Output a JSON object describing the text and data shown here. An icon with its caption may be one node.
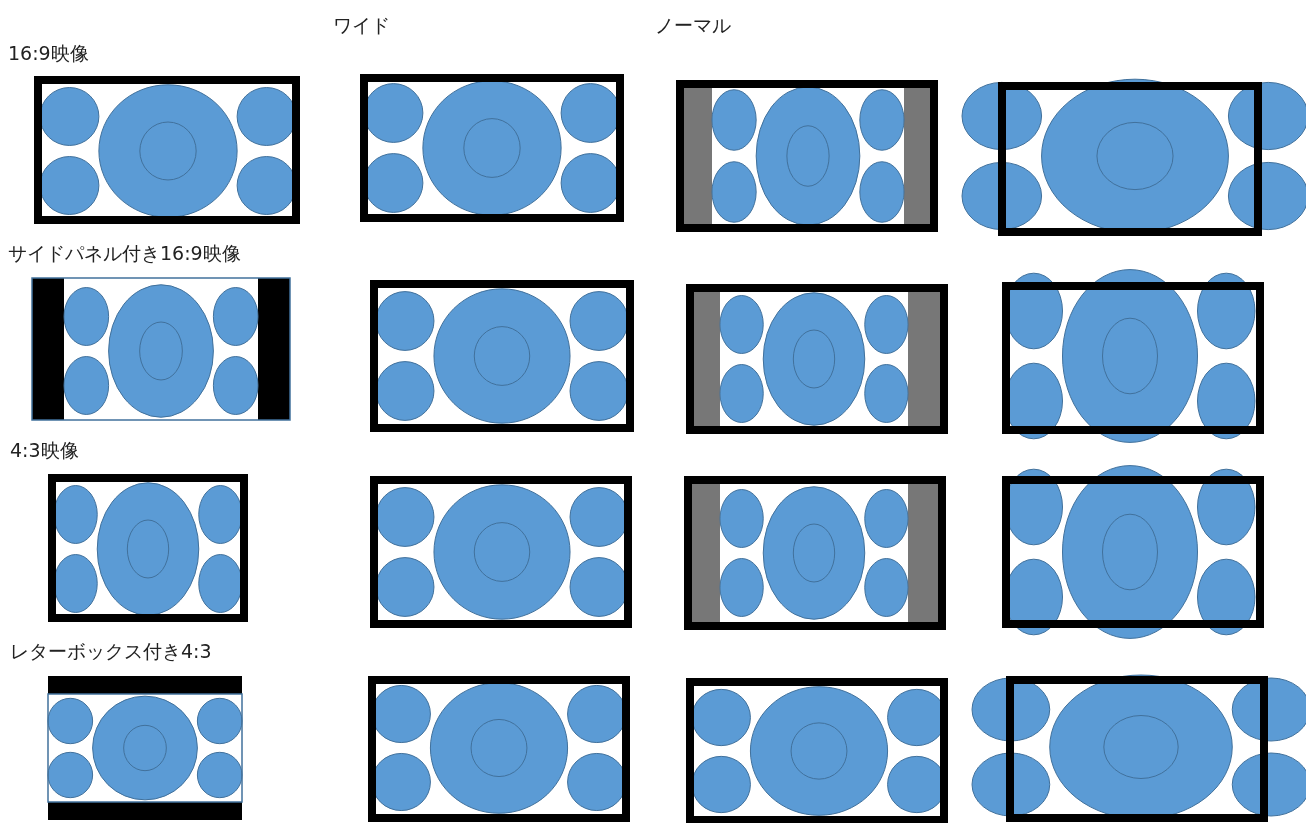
{
  "diagram": {
    "labels": [
      "ワイド",
      "ノーマル",
      "16:9映像",
      "サイドパネル付き16:9映像",
      "4:3映像",
      "レターボックス付き4:3"
    ]
  }
}
